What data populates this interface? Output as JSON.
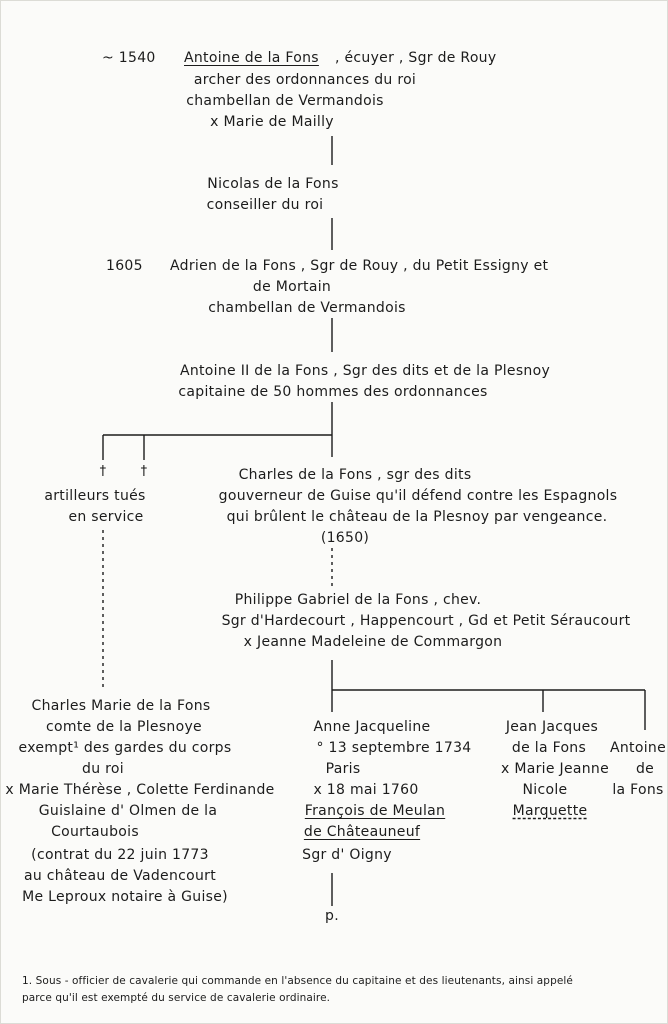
{
  "gen1": {
    "date": "~ 1540",
    "name": "Antoine de la Fons",
    "title": ", écuyer , Sgr de Rouy",
    "l2": "archer des ordonnances du roi",
    "l3": "chambellan de Vermandois",
    "l4": "x Marie de Mailly"
  },
  "gen2": {
    "l1": "Nicolas de la Fons",
    "l2": "conseiller du roi"
  },
  "gen3": {
    "date": "1605",
    "l1": "Adrien de la Fons , Sgr de Rouy , du Petit Essigny et",
    "l2": "de Mortain",
    "l3": "chambellan de Vermandois"
  },
  "gen4": {
    "l1": "Antoine II de la Fons , Sgr des dits et de la Plesnoy",
    "l2": "capitaine de 50 hommes des ordonnances"
  },
  "artilleurs": {
    "cross1": "†",
    "cross2": "†",
    "l1": "artilleurs tués",
    "l2": "en service"
  },
  "charles": {
    "l1": "Charles de la Fons , sgr des dits",
    "l2": "gouverneur de Guise qu'il défend contre les Espagnols",
    "l3": "qui brûlent le château de la Plesnoy par vengeance.",
    "l4": "(1650)"
  },
  "philippe": {
    "l1": "Philippe Gabriel de la Fons , chev.",
    "l2": "Sgr d'Hardecourt , Happencourt , Gd et Petit Séraucourt",
    "l3": "x Jeanne Madeleine de Commargon"
  },
  "charlesMarie": {
    "l1": "Charles Marie de la Fons",
    "l2": "comte de la Plesnoye",
    "l3": "exempt¹ des gardes du corps",
    "l4": "du roi",
    "l5": "x Marie Thérèse , Colette Ferdinande",
    "l6": "Guislaine d' Olmen de la",
    "l7": "Courtaubois",
    "l8": "(contrat du 22 juin 1773",
    "l9": "au château de Vadencourt",
    "l10": "Me Leproux notaire à Guise)"
  },
  "anne": {
    "l1": "Anne Jacqueline",
    "l2": "° 13 septembre 1734",
    "l3": "Paris",
    "l4": "x 18 mai 1760",
    "l5": "François de Meulan",
    "l6": "de Châteauneuf",
    "l7": "Sgr d' Oigny"
  },
  "jean": {
    "l1": "Jean Jacques",
    "l2": "de la Fons",
    "l3": "x Marie Jeanne",
    "l4": "Nicole",
    "l5": "Marquette"
  },
  "antoine3": {
    "l1": "Antoine",
    "l2": "de",
    "l3": "la Fons"
  },
  "p": "p.",
  "footnote": {
    "l1": "1. Sous - officier de cavalerie qui commande en l'absence du capitaine et des lieutenants, ainsi appelé",
    "l2": "parce qu'il est exempté du service de cavalerie ordinaire."
  }
}
